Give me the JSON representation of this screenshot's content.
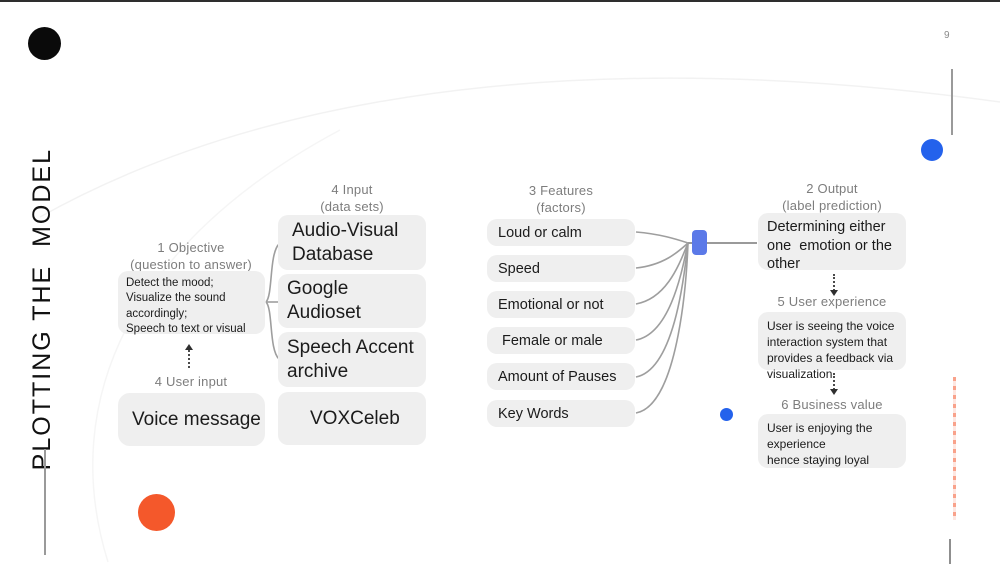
{
  "page_number": "9",
  "title": "PLOTTING THE  MODEL",
  "diagram": {
    "objective": {
      "heading": "1 Objective",
      "subheading": "(question to answer)",
      "box": "Detect the mood;\nVisualize the sound\naccordingly;\nSpeech to text or visual"
    },
    "user_input": {
      "heading": "4 User input",
      "box": "Voice message"
    },
    "input": {
      "heading": "4 Input",
      "subheading": "(data sets)",
      "boxes": [
        "Audio-Visual\nDatabase",
        "Google Audioset",
        "Speech Accent\narchive",
        "VOXCeleb"
      ]
    },
    "features": {
      "heading": "3 Features",
      "subheading": "(factors)",
      "boxes": [
        "Loud or calm",
        "Speed",
        "Emotional or not",
        "Female or male",
        "Amount of Pauses",
        "Key Words"
      ]
    },
    "output": {
      "heading": "2 Output",
      "subheading": "(label prediction)",
      "box": "Determining either\none  emotion or the\nother"
    },
    "user_experience": {
      "heading": "5 User experience",
      "box": "User is seeing the voice\ninteraction system that\nprovides a feedback via\nvisualization"
    },
    "business_value": {
      "heading": "6 Business value",
      "box": "User is enjoying the\nexperience\nhence staying loyal"
    }
  },
  "colors": {
    "accent_blue": "#2462ec",
    "node_blue": "#5b79e8",
    "accent_orange": "#f4582b",
    "box_bg": "#efefef"
  }
}
